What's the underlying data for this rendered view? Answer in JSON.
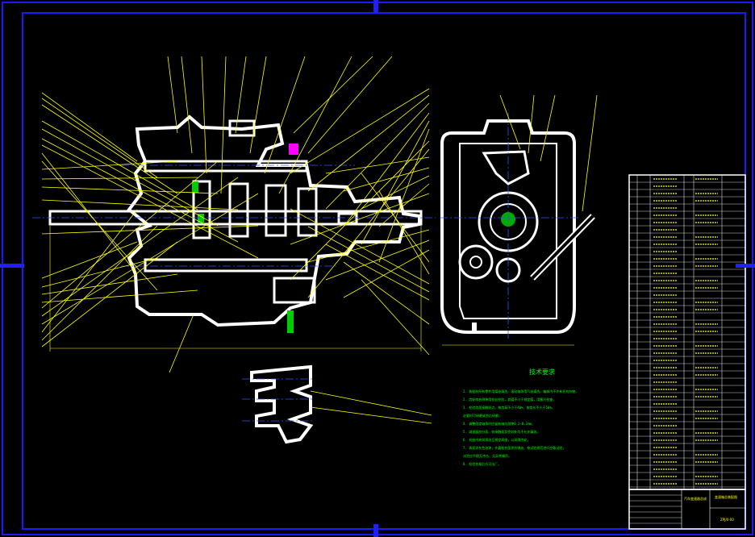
{
  "drawing": {
    "frame_color": "#1a1aff",
    "outline_color": "#ffffff",
    "leader_color": "#ffff00",
    "text_color": "#00ff00",
    "center_line_color": "#3355ff",
    "accent_color": "#ff00ff"
  },
  "technical_requirements": {
    "title": "技术要求",
    "lines": [
      "1. 装配前所有零件用煤油清洗，滚动轴承用汽油清洗。箱体内不许有任何杂物。",
      "2. 齿轮啮合侧隙用铅丝检验，其值不小于规定值，用塞尺检查。",
      "3. 检验齿面接触斑点，按齿高不小于40%，按齿长不小于50%。",
      "   必要时可研磨或刮后研磨。",
      "4. 调整固定轴承时应留有轴向游隙0.2~0.3mm。",
      "5. 减速器剖分面、各接触面及密封处均不允许漏油。",
      "6. 机座内装润滑油至规定高度，以润滑齿轮。",
      "7. 表面涂灰色油漆，外露配合面涂防锈油。按试验规范进行空载试验，",
      "   试验应平稳无冲击、无异常噪声。",
      "8. 检验合格后方可出厂。"
    ]
  },
  "title_block": {
    "left_text": "汽车变速器总成",
    "right_text": "变速箱总装配图",
    "code": "ZPJ/0-00"
  }
}
